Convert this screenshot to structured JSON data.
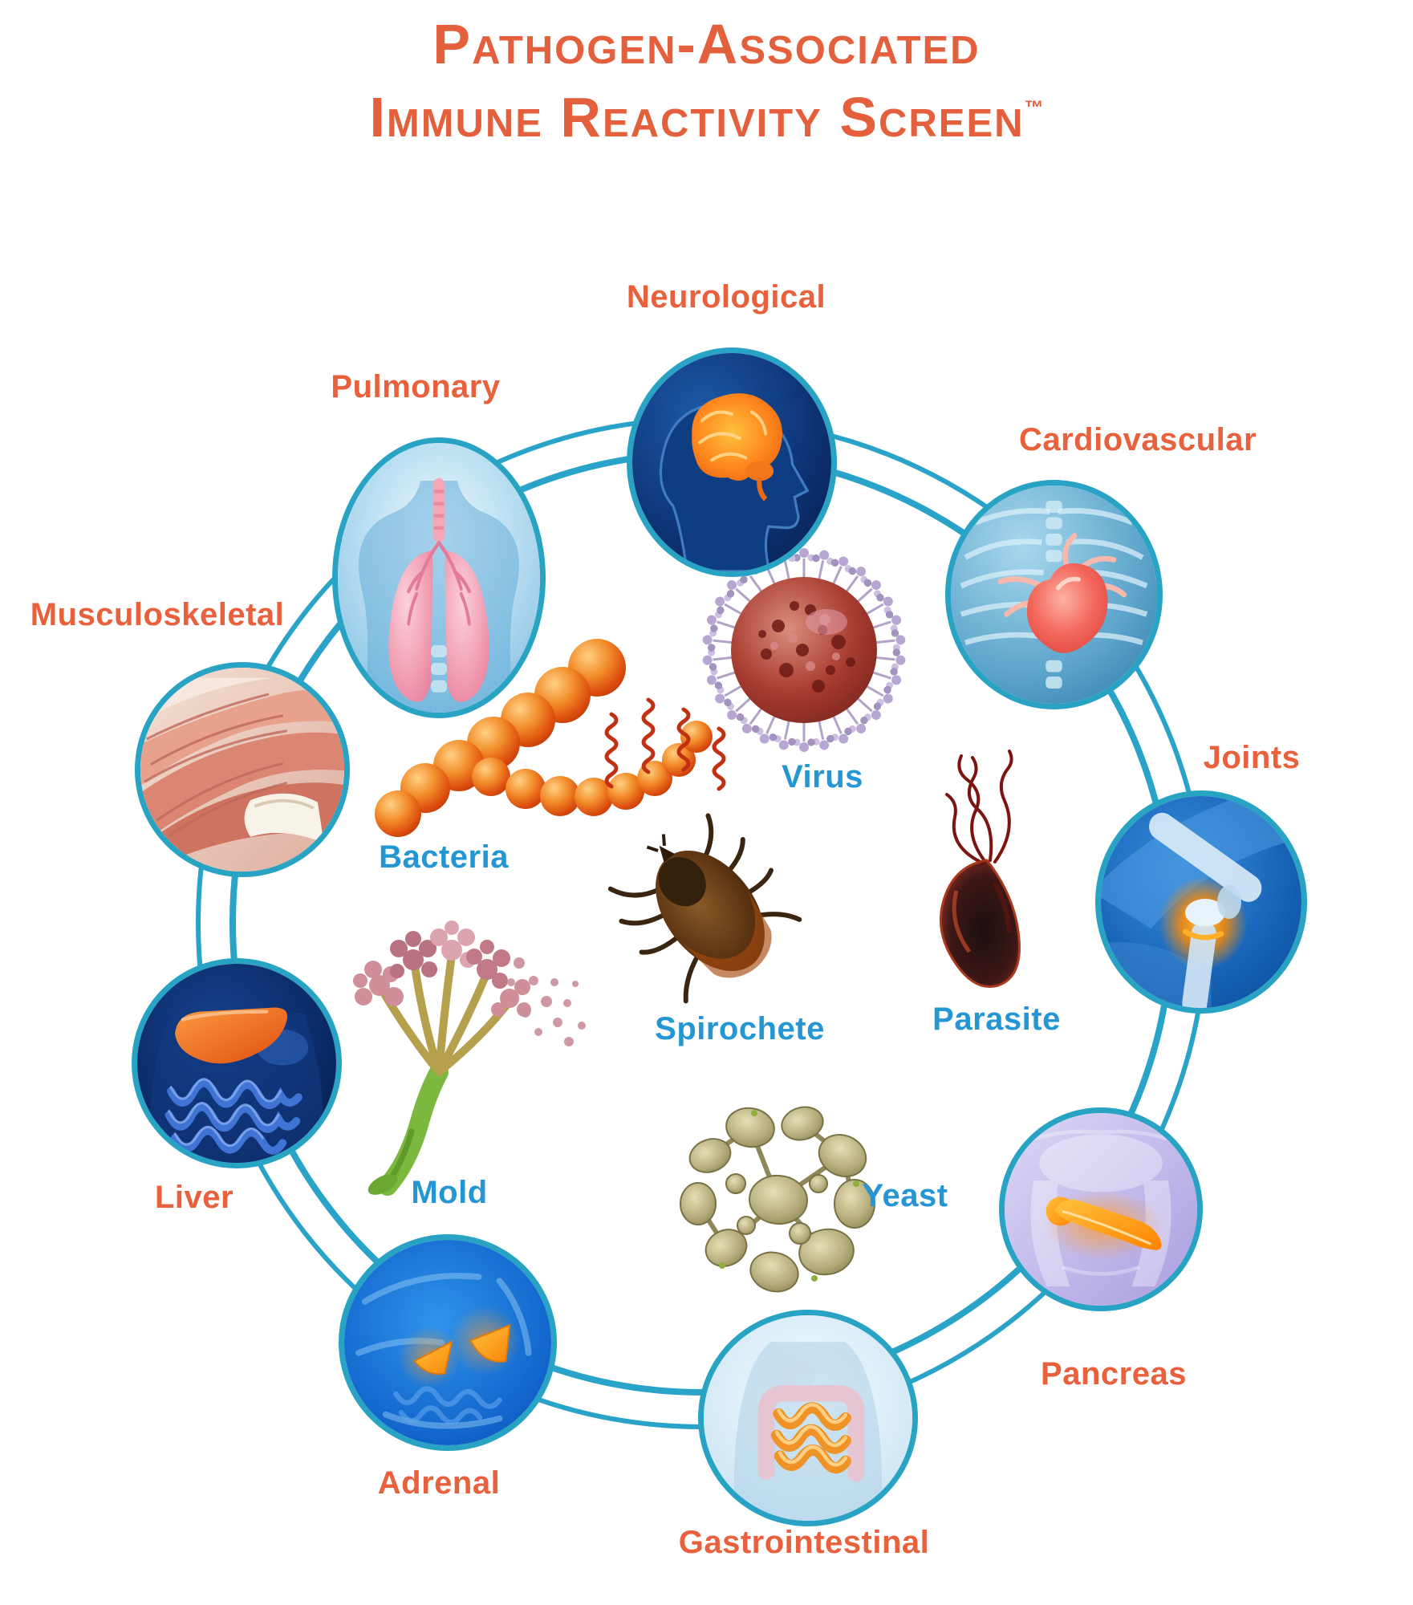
{
  "title": {
    "line1": "Pathogen-Associated",
    "line2": "Immune Reactivity Screen",
    "trademark": "™"
  },
  "diagram": {
    "organ_nodes": [
      {
        "label": "Neurological",
        "icon": "brain-icon"
      },
      {
        "label": "Cardiovascular",
        "icon": "heart-icon"
      },
      {
        "label": "Joints",
        "icon": "knee-joint-icon"
      },
      {
        "label": "Pancreas",
        "icon": "pancreas-icon"
      },
      {
        "label": "Gastrointestinal",
        "icon": "intestines-icon"
      },
      {
        "label": "Adrenal",
        "icon": "adrenal-glands-icon"
      },
      {
        "label": "Liver",
        "icon": "liver-icon"
      },
      {
        "label": "Musculoskeletal",
        "icon": "muscle-icon"
      },
      {
        "label": "Pulmonary",
        "icon": "lungs-icon"
      }
    ],
    "pathogens": [
      {
        "label": "Bacteria"
      },
      {
        "label": "Virus"
      },
      {
        "label": "Spirochete"
      },
      {
        "label": "Parasite"
      },
      {
        "label": "Mold"
      },
      {
        "label": "Yeast"
      }
    ]
  },
  "colors": {
    "title_orange": "#e45f3b",
    "organ_label_orange": "#e8603c",
    "pathogen_label_blue": "#2496d4",
    "ring_teal": "#2aa3c8",
    "node_border_teal": "#29a3c4"
  }
}
